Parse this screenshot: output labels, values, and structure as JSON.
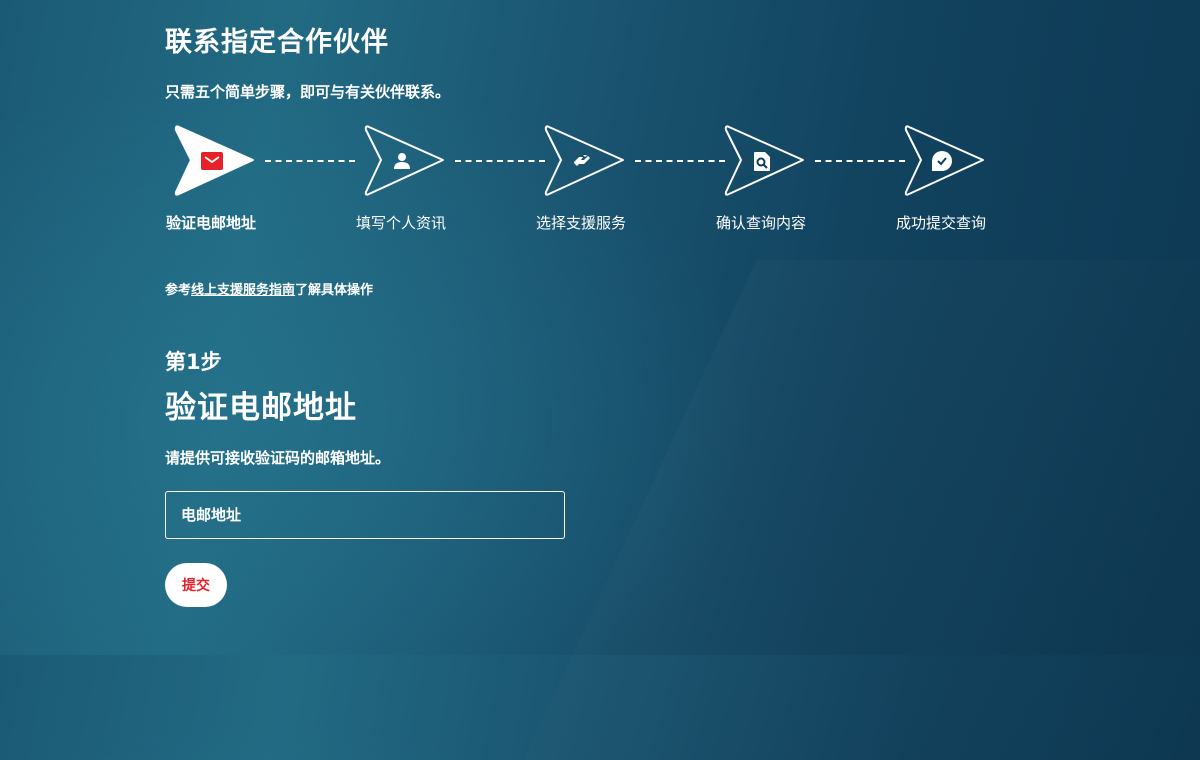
{
  "header": {
    "title": "联系指定合作伙伴",
    "subtitle": "只需五个简单步骤，即可与有关伙伴联系。"
  },
  "colors": {
    "accent_red": "#e8202a",
    "background_light": "#226a83",
    "background_dark": "#0d3853",
    "text": "#ffffff"
  },
  "stepper": {
    "steps": [
      {
        "label": "验证电邮地址",
        "icon": "envelope-icon",
        "state": "active"
      },
      {
        "label": "填写个人资讯",
        "icon": "user-icon",
        "state": "pending"
      },
      {
        "label": "选择支援服务",
        "icon": "handshake-icon",
        "state": "pending"
      },
      {
        "label": "确认查询内容",
        "icon": "document-search-icon",
        "state": "pending"
      },
      {
        "label": "成功提交查询",
        "icon": "chat-check-icon",
        "state": "pending"
      }
    ]
  },
  "help": {
    "prefix": "参考",
    "link_text": "线上支援服务指南",
    "suffix": "了解具体操作"
  },
  "form": {
    "step_number": "第1步",
    "step_title": "验证电邮地址",
    "description": "请提供可接收验证码的邮箱地址。",
    "email_placeholder": "电邮地址",
    "email_value": "",
    "submit_label": "提交"
  }
}
